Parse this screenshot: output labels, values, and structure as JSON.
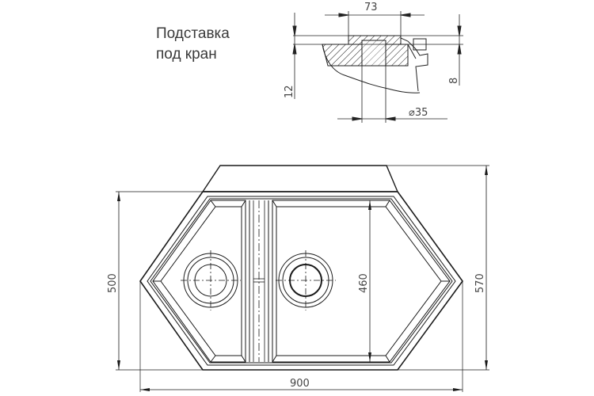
{
  "caption": {
    "line1": "Подставка",
    "line2": "под кран"
  },
  "detail": {
    "width_label": "73",
    "height_left_label": "12",
    "height_right_label": "8",
    "diameter_label": "⌀35"
  },
  "sink": {
    "outer_height_label": "500",
    "total_height_label": "570",
    "bowl_height_label": "460",
    "width_label": "900"
  },
  "colors": {
    "line": "#1a1a1a",
    "dim": "#333333",
    "text": "#444444"
  }
}
